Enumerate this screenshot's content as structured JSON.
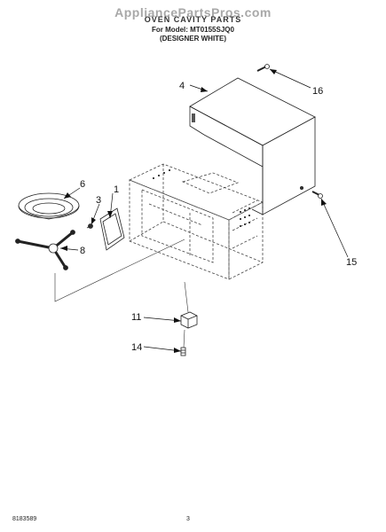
{
  "header": {
    "watermark": "AppliancePartsPros.com",
    "title": "OVEN CAVITY PARTS",
    "model_line": "For Model: MT0155SJQ0",
    "color_line": "(DESIGNER WHITE)"
  },
  "callouts": {
    "c1": "1",
    "c3": "3",
    "c4": "4",
    "c6": "6",
    "c8": "8",
    "c11": "11",
    "c14": "14",
    "c15": "15",
    "c16": "16"
  },
  "footer": {
    "code": "8183589",
    "page": "3"
  }
}
